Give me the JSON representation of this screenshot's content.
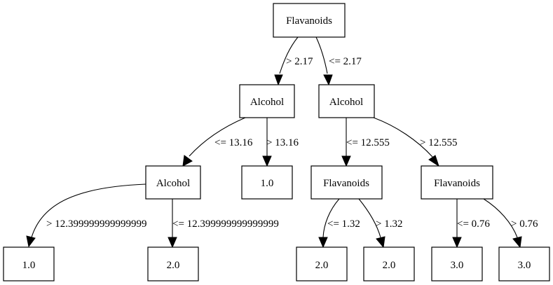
{
  "nodes": {
    "root": "Flavanoids",
    "l1_left": "Alcohol",
    "l1_right": "Alcohol",
    "l2_a": "Alcohol",
    "l2_b": "1.0",
    "l2_c": "Flavanoids",
    "l2_d": "Flavanoids",
    "leaf_1": "1.0",
    "leaf_2": "2.0",
    "leaf_3": "2.0",
    "leaf_4": "2.0",
    "leaf_5": "3.0",
    "leaf_6": "3.0"
  },
  "edges": {
    "root_to_l1_left": "> 2.17",
    "root_to_l1_right": "<= 2.17",
    "l1_left_to_l2_a": "<= 13.16",
    "l1_left_to_l2_b": "> 13.16",
    "l1_right_to_l2_c": "<= 12.555",
    "l1_right_to_l2_d": "> 12.555",
    "l2_a_to_leaf_1": "> 12.399999999999999",
    "l2_a_to_leaf_2": "<= 12.399999999999999",
    "l2_c_to_leaf_3": "<= 1.32",
    "l2_c_to_leaf_4": "> 1.32",
    "l2_d_to_leaf_5": "<= 0.76",
    "l2_d_to_leaf_6": "> 0.76"
  }
}
